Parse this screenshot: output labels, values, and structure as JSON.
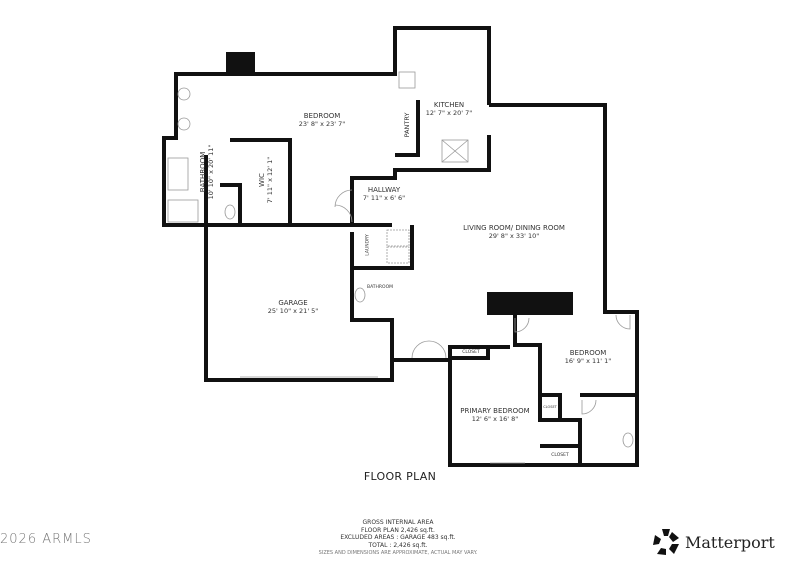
{
  "rooms": {
    "bedroom1": {
      "name": "BEDROOM",
      "dims": "23' 8\" x 23' 7\""
    },
    "kitchen": {
      "name": "KITCHEN",
      "dims": "12' 7\" x 20' 7\""
    },
    "pantry": {
      "name": "PANTRY"
    },
    "bathroom1": {
      "name": "BATHROOM",
      "dims": "10' 10\" x 20' 11\""
    },
    "wic": {
      "name": "WIC",
      "dims": "7' 11\" x 12' 1\""
    },
    "hallway": {
      "name": "HALLWAY",
      "dims": "7' 11\" x 6' 6\""
    },
    "living": {
      "name": "LIVING ROOM/ DINING ROOM",
      "dims": "29' 8\" x 33' 10\""
    },
    "laundry": {
      "name": "LAUNDRY"
    },
    "bathroom2": {
      "name": "BATHROOM"
    },
    "garage": {
      "name": "GARAGE",
      "dims": "25' 10\" x 21' 5\""
    },
    "bedroom2": {
      "name": "BEDROOM",
      "dims": "16' 9\" x 11' 1\""
    },
    "primary": {
      "name": "PRIMARY BEDROOM",
      "dims": "12' 6\" x 16' 8\""
    },
    "closet1": {
      "name": "CLOSET"
    },
    "closet2": {
      "name": "CLOSET"
    },
    "closet3": {
      "name": "CLOSET"
    }
  },
  "title": "FLOOR PLAN",
  "area": {
    "line1": "GROSS INTERNAL AREA",
    "line2": "FLOOR PLAN 2,426 sq.ft.",
    "line3": "EXCLUDED AREAS :   GARAGE 483 sq.ft.",
    "line4": "TOTAL :  2,426 sq.ft.",
    "disclaimer": "SIZES AND DIMENSIONS ARE APPROXIMATE, ACTUAL MAY VARY."
  },
  "copyright": "2026 ARMLS",
  "brand": "Matterport",
  "colors": {
    "wall": "#111111",
    "fixture": "#999999"
  }
}
